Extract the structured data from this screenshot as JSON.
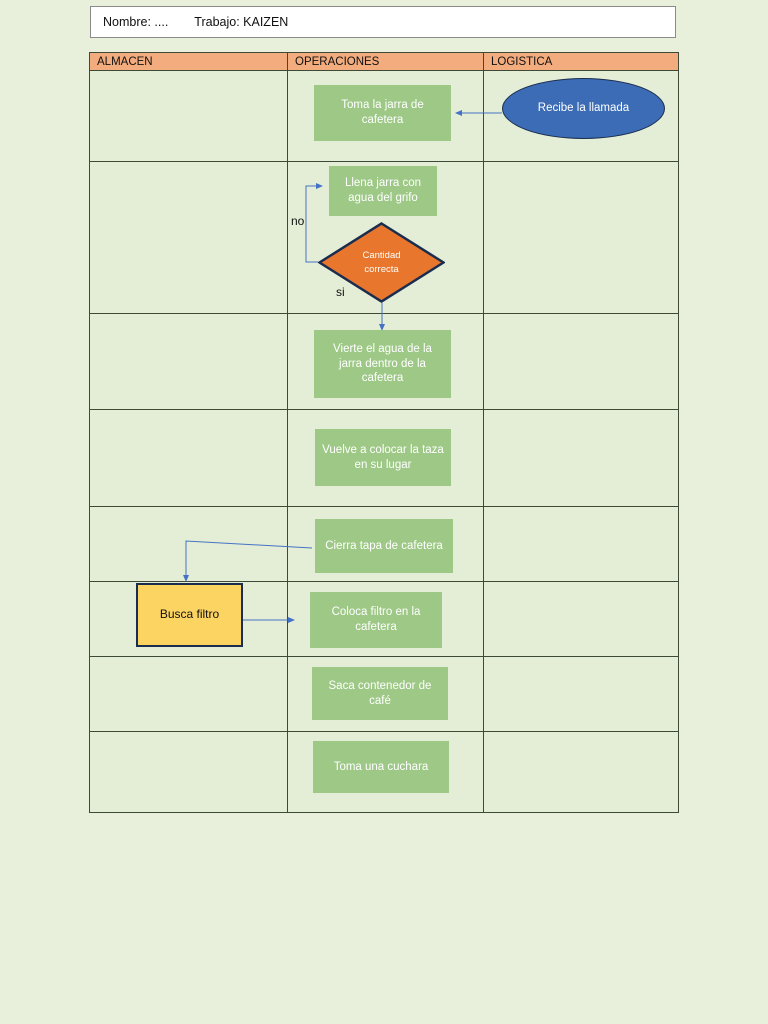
{
  "page": {
    "background_color": "#e8f0dc",
    "accent_header_color": "#f2ac7d",
    "process_color": "#9dc886",
    "decision_color": "#e8762c",
    "terminator_color": "#3b6cb5",
    "store_color": "#fcd462",
    "connector_color": "#4472c4",
    "grid_color": "#3d4a35"
  },
  "title_bar": {
    "name_field": "Nombre: ....",
    "job_field": "Trabajo: KAIZEN"
  },
  "lanes": {
    "headers": [
      "ALMACEN",
      "OPERACIONES",
      "LOGISTICA"
    ]
  },
  "nodes": {
    "recibe_llamada": {
      "label": "Recibe la llamada",
      "shape": "ellipse",
      "lane": "LOGISTICA"
    },
    "toma_jarra": {
      "label": "Toma la jarra de cafetera",
      "shape": "process",
      "lane": "OPERACIONES"
    },
    "llena_jarra": {
      "label": "Llena jarra con agua del grifo",
      "shape": "process",
      "lane": "OPERACIONES"
    },
    "cantidad_correcta": {
      "label_line1": "Cantidad",
      "label_line2": "correcta",
      "shape": "decision",
      "lane": "OPERACIONES"
    },
    "vierte_agua": {
      "label": "Vierte el agua  de la jarra dentro de la cafetera",
      "shape": "process",
      "lane": "OPERACIONES"
    },
    "vuelve_colocar": {
      "label": "Vuelve a colocar la taza en su lugar",
      "shape": "process",
      "lane": "OPERACIONES"
    },
    "cierra_tapa": {
      "label": "Cierra tapa de cafetera",
      "shape": "process",
      "lane": "OPERACIONES"
    },
    "busca_filtro": {
      "label": "Busca filtro",
      "shape": "store",
      "lane": "ALMACEN"
    },
    "coloca_filtro": {
      "label": "Coloca filtro en la cafetera",
      "shape": "process",
      "lane": "OPERACIONES"
    },
    "saca_contenedor": {
      "label": "Saca contenedor de café",
      "shape": "process",
      "lane": "OPERACIONES"
    },
    "toma_cuchara": {
      "label": "Toma una cuchara",
      "shape": "process",
      "lane": "OPERACIONES"
    }
  },
  "branch_labels": {
    "no": "no",
    "si": "si"
  }
}
